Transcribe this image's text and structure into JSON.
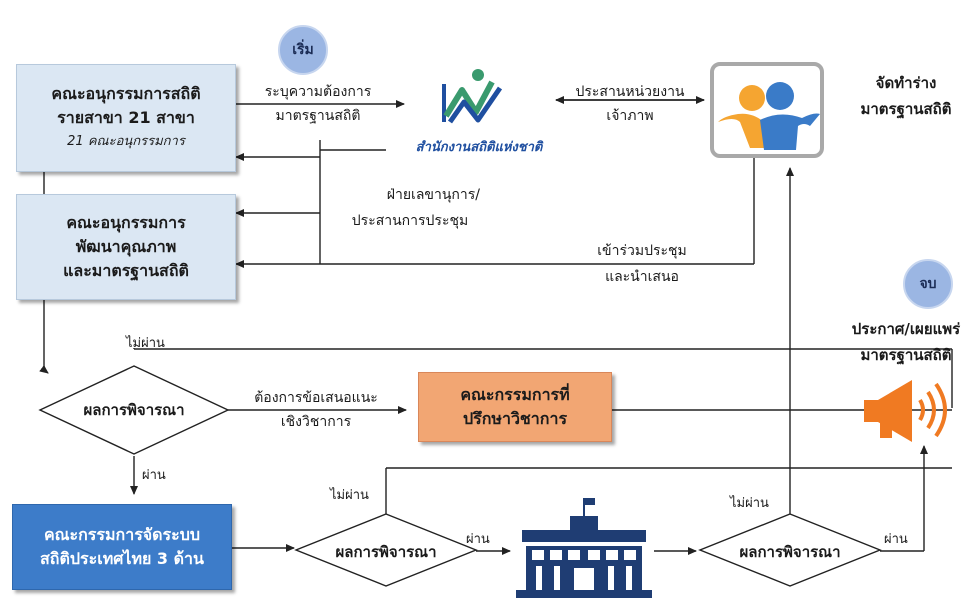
{
  "start_label": "เริ่ม",
  "end_label": "จบ",
  "nodes": {
    "subcommittee_branch": {
      "line1": "คณะอนุกรรมการสถิติ",
      "line2": "รายสาขา 21 สาขา",
      "line3": "21 คณะอนุกรรมการ"
    },
    "subcommittee_quality": {
      "line1": "คณะอนุกรรมการ",
      "line2": "พัฒนาคุณภาพ",
      "line3": "และมาตรฐานสถิติ"
    },
    "advisory_committee": {
      "line1": "คณะกรรมการที่",
      "line2": "ปรึกษาวิชาการ"
    },
    "system_committee": {
      "line1": "คณะกรรมการจัดระบบ",
      "line2": "สถิติประเทศไทย 3 ด้าน"
    },
    "nso_logo": {
      "text": "สำนักงานสถิติแห่งชาติ"
    },
    "draft": {
      "line1": "จัดทำร่าง",
      "line2": "มาตรฐานสถิติ"
    },
    "announce": {
      "line1": "ประกาศ/เผยแพร่",
      "line2": "มาตรฐานสถิติ"
    }
  },
  "decisions": {
    "d1": "ผลการพิจารณา",
    "d2": "ผลการพิจารณา",
    "d3": "ผลการพิจารณา"
  },
  "edges": {
    "specify_need": {
      "line1": "ระบุความต้องการ",
      "line2": "มาตรฐานสถิติ"
    },
    "coordinate_owner": {
      "line1": "ประสานหน่วยงาน",
      "line2": "เจ้าภาพ"
    },
    "secretariat": {
      "line1": "ฝ่ายเลขานุการ/",
      "line2": "ประสานการประชุม"
    },
    "join_meeting": {
      "line1": "เข้าร่วมประชุม",
      "line2": "และนำเสนอ"
    },
    "need_advice": {
      "line1": "ต้องการข้อเสนอแนะ",
      "line2": "เชิงวิชาการ"
    },
    "fail_1": "ไม่ผ่าน",
    "pass_1": "ผ่าน",
    "fail_2": "ไม่ผ่าน",
    "pass_2": "ผ่าน",
    "fail_3": "ไม่ผ่าน",
    "pass_3": "ผ่าน"
  },
  "colors": {
    "box_light": "#dbe7f3",
    "box_dark": "#3d7cc9",
    "box_orange": "#f2a673",
    "circle": "#9bb6e3",
    "nso_green": "#3a9a6e",
    "nso_blue": "#1f4fa0",
    "megaphone": "#f07a22",
    "building": "#1f3d73"
  },
  "icons": [
    "nso-logo-icon",
    "meeting-people-icon",
    "government-building-icon",
    "megaphone-icon"
  ]
}
